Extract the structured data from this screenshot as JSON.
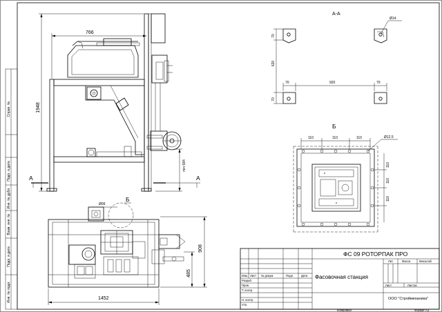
{
  "front_view": {
    "width_dim": "766",
    "height_dim": "1948",
    "height_min_dim": "min 584",
    "section_mark_left": "А",
    "section_mark_right": "А"
  },
  "top_view": {
    "width_dim": "1452",
    "depth_dim": "908",
    "offset_dim": "485",
    "hole_dim": "Ø99",
    "detail_callout": "Б"
  },
  "section_aa": {
    "title": "А-А",
    "hole_dim": "Ø14",
    "dim_70_top_left": "70",
    "dim_620": "620",
    "dim_70_bottom_left": "70",
    "dim_70_bottom_mid": "70",
    "dim_920": "920",
    "dim_70_bottom_right": "70"
  },
  "detail_b": {
    "title": "Б",
    "dim_110_a": "110",
    "dim_110_b": "110",
    "dim_110_c": "110",
    "hole_dim": "Ø12.5",
    "dim_110_side_a": "110",
    "dim_110_side_b": "110",
    "dim_110_side_c": "110"
  },
  "left_strip": {
    "cells": [
      "Справ. №",
      "Подп. и дата",
      "Инв. № дубл.",
      "Взам. инв. №",
      "Подп. и дата",
      "Инв. № подл."
    ]
  },
  "title_block": {
    "product_name": "ФС 09 РОТОРПАК ПРО",
    "document_name": "Фасовочная станция",
    "company": "ООО \"Строймеханика\"",
    "col_headers": [
      "Изм.",
      "Лист",
      "№ докум.",
      "Подп.",
      "Дата"
    ],
    "row_labels": [
      "Разраб.",
      "Пров.",
      "Т. контр.",
      "",
      "Н. контр.",
      "Утв."
    ],
    "lit_label": "Лит.",
    "mass_label": "Масса",
    "scale_label": "Масштаб",
    "sheet_label": "Лист",
    "sheets_label": "Листов",
    "copied_label": "Копировал",
    "format_label": "Формат А3"
  }
}
